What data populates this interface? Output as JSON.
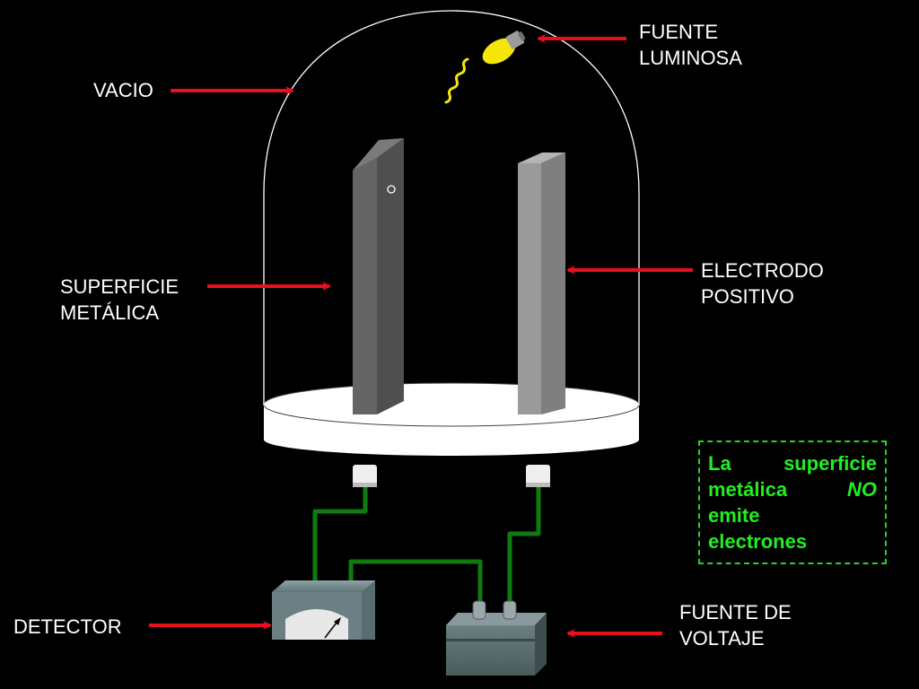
{
  "labels": {
    "vacio": "VACIO",
    "fuente_luminosa": [
      "FUENTE",
      "LUMINOSA"
    ],
    "superficie_metalica": [
      "SUPERFICIE",
      "METÁLICA"
    ],
    "electrodo_positivo": [
      "ELECTRODO",
      "POSITIVO"
    ],
    "detector": "DETECTOR",
    "fuente_voltaje": [
      "FUENTE DE",
      "VOLTAJE"
    ]
  },
  "note": {
    "lines": [
      [
        "La",
        "superficie"
      ],
      [
        "metálica",
        "NO"
      ],
      [
        "emite"
      ],
      [
        "electrones"
      ]
    ]
  },
  "colors": {
    "arrow": "#e8101c",
    "wire": "#0f7a0f",
    "note_text": "#22ee22",
    "plate_dark": "#646464",
    "plate_light": "#9a9a9a",
    "bulb": "#f5e60a"
  },
  "icons": {
    "light_source": "light-bulb-icon",
    "meter": "meter-needle-icon"
  }
}
